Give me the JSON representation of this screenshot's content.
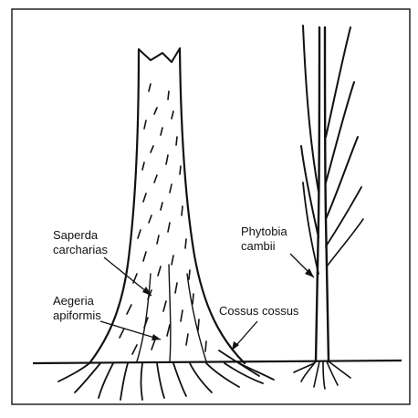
{
  "labels": {
    "saperda_line1": "Saperda",
    "saperda_line2": "carcharias",
    "aegeria_line1": "Aegeria",
    "aegeria_line2": "apiformis",
    "cossus": "Cossus cossus",
    "phytobia_line1": "Phytobia",
    "phytobia_line2": "cambii"
  },
  "colors": {
    "ink": "#111111",
    "frame": "#222222",
    "background": "#ffffff"
  }
}
